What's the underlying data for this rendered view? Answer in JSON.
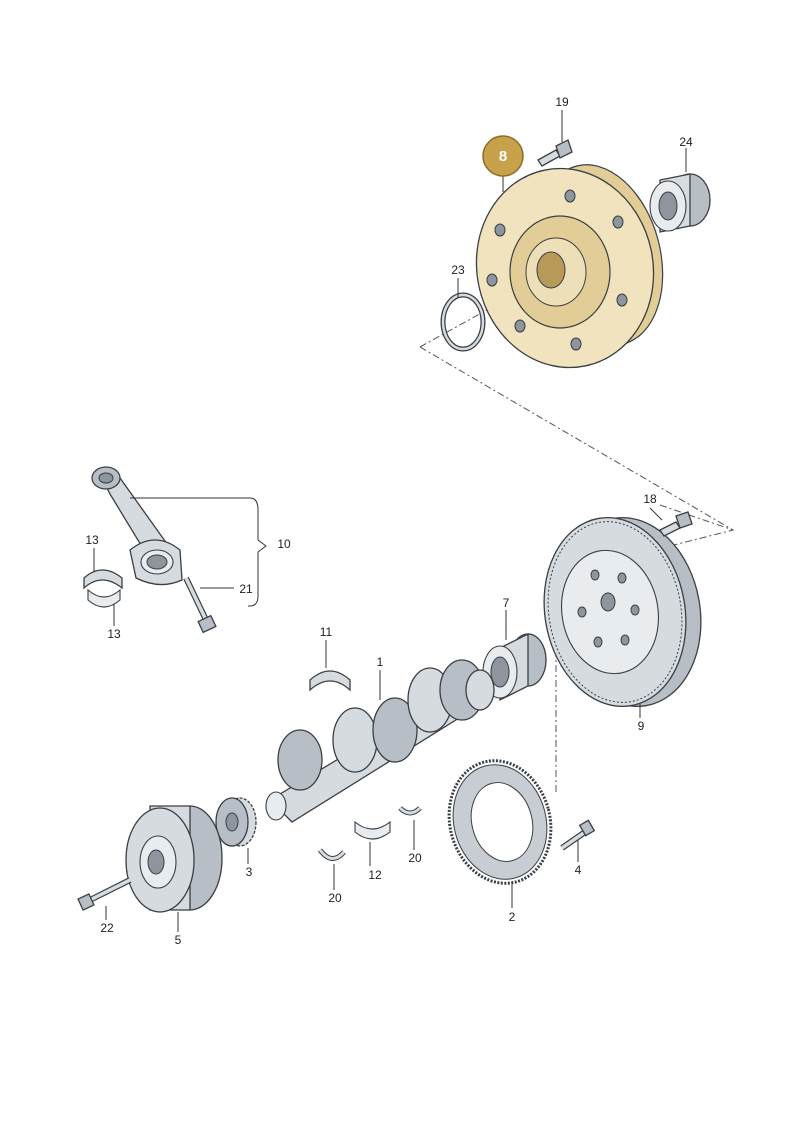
{
  "diagram": {
    "highlight_color": "#c8a24a",
    "highlighted_label": "8",
    "labels": {
      "p1": "1",
      "p2": "2",
      "p3": "3",
      "p4": "4",
      "p5": "5",
      "p7": "7",
      "p9": "9",
      "p10": "10",
      "p11": "11",
      "p12": "12",
      "p13a": "13",
      "p13b": "13",
      "p18": "18",
      "p19": "19",
      "p20a": "20",
      "p20b": "20",
      "p21": "21",
      "p22": "22",
      "p23": "23",
      "p24": "24"
    }
  }
}
